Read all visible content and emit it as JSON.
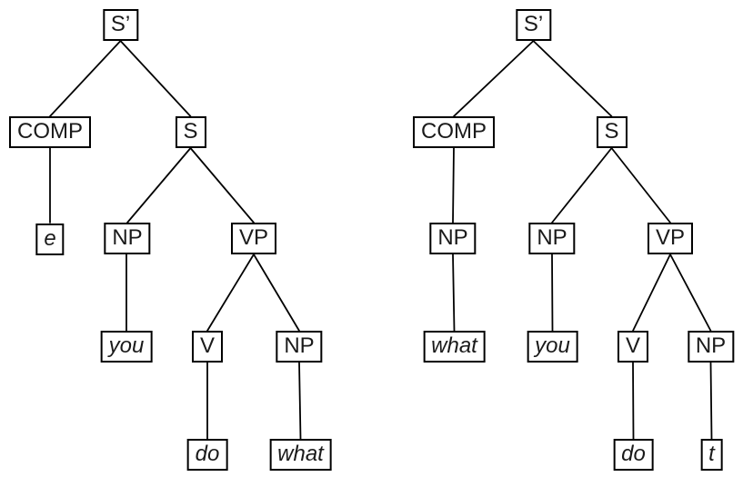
{
  "figure": {
    "background_color": "#ffffff",
    "line_color": "#000000",
    "box_border_color": "#000000",
    "description_visible_text_only": "two phrase-structure trees"
  },
  "left_tree": {
    "nodes": {
      "s_bar": "S’",
      "comp": "COMP",
      "s": "S",
      "e": "e",
      "np_subject": "NP",
      "vp": "VP",
      "you": "you",
      "v": "V",
      "np_object": "NP",
      "do": "do",
      "what": "what"
    },
    "edges": [
      [
        "s_bar",
        "comp"
      ],
      [
        "s_bar",
        "s"
      ],
      [
        "comp",
        "e"
      ],
      [
        "s",
        "np_subject"
      ],
      [
        "s",
        "vp"
      ],
      [
        "np_subject",
        "you"
      ],
      [
        "vp",
        "v"
      ],
      [
        "vp",
        "np_object"
      ],
      [
        "v",
        "do"
      ],
      [
        "np_object",
        "what"
      ]
    ]
  },
  "right_tree": {
    "nodes": {
      "s_bar": "S’",
      "comp": "COMP",
      "s": "S",
      "np_comp": "NP",
      "what": "what",
      "np_subject": "NP",
      "you": "you",
      "vp": "VP",
      "v": "V",
      "np_object": "NP",
      "do": "do",
      "t": "t"
    },
    "edges": [
      [
        "s_bar",
        "comp"
      ],
      [
        "s_bar",
        "s"
      ],
      [
        "comp",
        "np_comp"
      ],
      [
        "np_comp",
        "what"
      ],
      [
        "s",
        "np_subject"
      ],
      [
        "s",
        "vp"
      ],
      [
        "np_subject",
        "you"
      ],
      [
        "vp",
        "v"
      ],
      [
        "vp",
        "np_object"
      ],
      [
        "v",
        "do"
      ],
      [
        "np_object",
        "t"
      ]
    ]
  }
}
